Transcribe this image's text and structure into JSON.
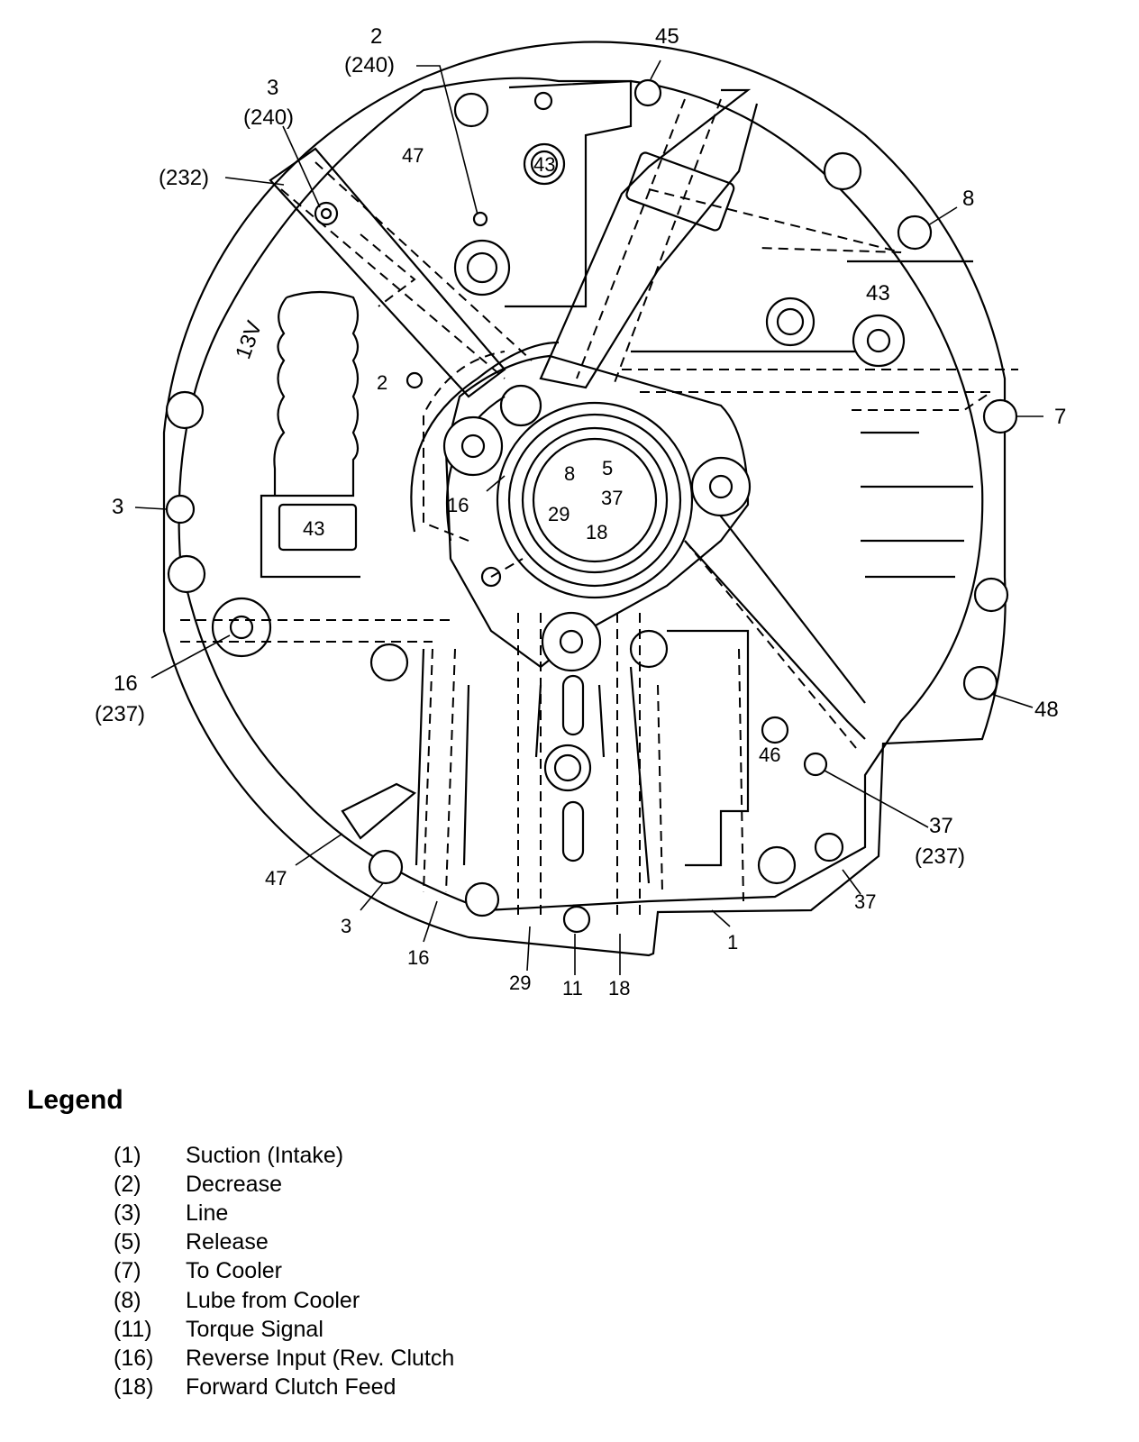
{
  "callouts": {
    "c2_top": "2",
    "c240_top": "(240)",
    "c45": "45",
    "c3_topleft": "3",
    "c240_left": "(240)",
    "c232": "(232)",
    "c47_top": "47",
    "c43_top": "43",
    "c8_right": "8",
    "c43_right": "43",
    "c13v": "13V",
    "c2_mid": "2",
    "c7": "7",
    "c8_center": "8",
    "c5_center": "5",
    "c16_center": "16",
    "c37_center": "37",
    "c29_center": "29",
    "c18_center": "18",
    "c3_left": "3",
    "c43_box": "43",
    "c16_left": "16",
    "c237_left": "(237)",
    "c48": "48",
    "c46": "46",
    "c37_right": "37",
    "c237_right": "(237)",
    "c47_bottom": "47",
    "c3_bottom": "3",
    "c37_bottom": "37",
    "c1": "1",
    "c16_bottom": "16",
    "c29_bottom": "29",
    "c11_bottom": "11",
    "c18_bottom": "18"
  },
  "legend": {
    "title": "Legend",
    "items": [
      {
        "num": "(1)",
        "text": "Suction (Intake)"
      },
      {
        "num": "(2)",
        "text": "Decrease"
      },
      {
        "num": "(3)",
        "text": "Line"
      },
      {
        "num": "(5)",
        "text": "Release"
      },
      {
        "num": "(7)",
        "text": "To Cooler"
      },
      {
        "num": "(8)",
        "text": "Lube from Cooler"
      },
      {
        "num": "(11)",
        "text": "Torque Signal"
      },
      {
        "num": "(16)",
        "text": "Reverse Input (Rev. Clutch"
      },
      {
        "num": "(18)",
        "text": "Forward Clutch Feed"
      }
    ]
  }
}
